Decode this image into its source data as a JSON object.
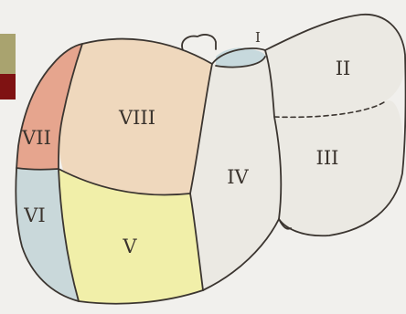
{
  "segments": {
    "i": "I",
    "ii": "II",
    "iii": "III",
    "iv": "IV",
    "v": "V",
    "vi": "VI",
    "vii": "VII",
    "viii": "VIII"
  },
  "colors": {
    "background": "#f1f0ed",
    "seg_i": "#c7d9dd",
    "seg_ii": "#ebe9e3",
    "seg_iii": "#ebe9e3",
    "seg_iv": "#ebe9e3",
    "seg_v": "#f1efa9",
    "seg_vi": "#c9d8da",
    "seg_vii": "#e6a58e",
    "seg_viii": "#efd8bd",
    "corner_swatch_olive": "#a9a36f",
    "corner_swatch_red": "#7f1212"
  }
}
